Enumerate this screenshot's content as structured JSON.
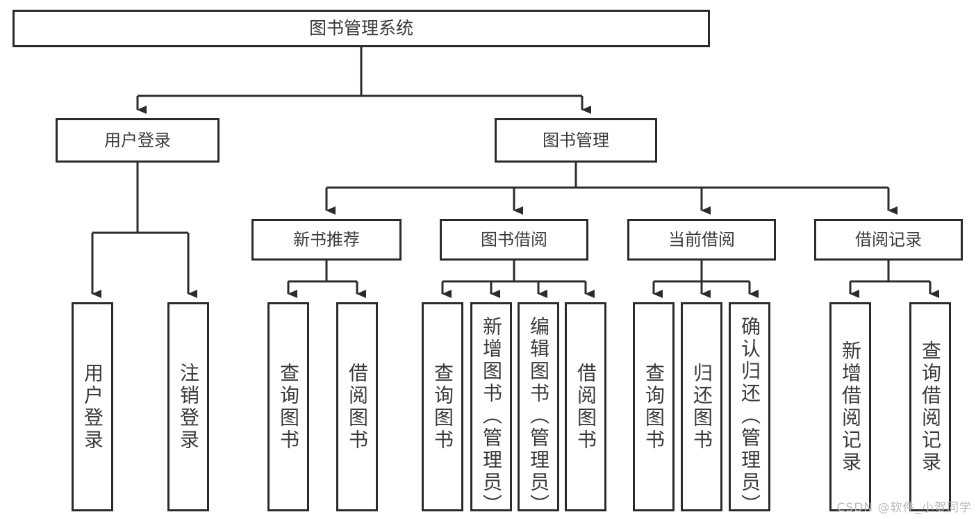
{
  "diagram": {
    "title": "图书管理系统",
    "type": "tree",
    "watermark": "CSDN @软件_小贺同学",
    "colors": {
      "stroke": "#2b2b2b",
      "box_fill": "#ffffff",
      "text": "#3a3a3a",
      "watermark": "#b9b9b9",
      "background": "#ffffff"
    },
    "root": {
      "label": "图书管理系统"
    },
    "level1": [
      {
        "label": "用户登录"
      },
      {
        "label": "图书管理"
      }
    ],
    "level2": [
      {
        "label": "新书推荐"
      },
      {
        "label": "图书借阅"
      },
      {
        "label": "当前借阅"
      },
      {
        "label": "借阅记录"
      }
    ],
    "leaves": {
      "user_login": [
        {
          "label": "用户登录"
        },
        {
          "label": "注销登录"
        }
      ],
      "new_book_recommend": [
        {
          "label": "查询图书"
        },
        {
          "label": "借阅图书"
        }
      ],
      "book_borrow": [
        {
          "label": "查询图书"
        },
        {
          "label": "新增图书（管理员）"
        },
        {
          "label": "编辑图书（管理员）"
        },
        {
          "label": "借阅图书"
        }
      ],
      "current_borrow": [
        {
          "label": "查询图书"
        },
        {
          "label": "归还图书"
        },
        {
          "label": "确认归还（管理员）"
        }
      ],
      "borrow_record": [
        {
          "label": "新增借阅记录"
        },
        {
          "label": "查询借阅记录"
        }
      ]
    }
  }
}
